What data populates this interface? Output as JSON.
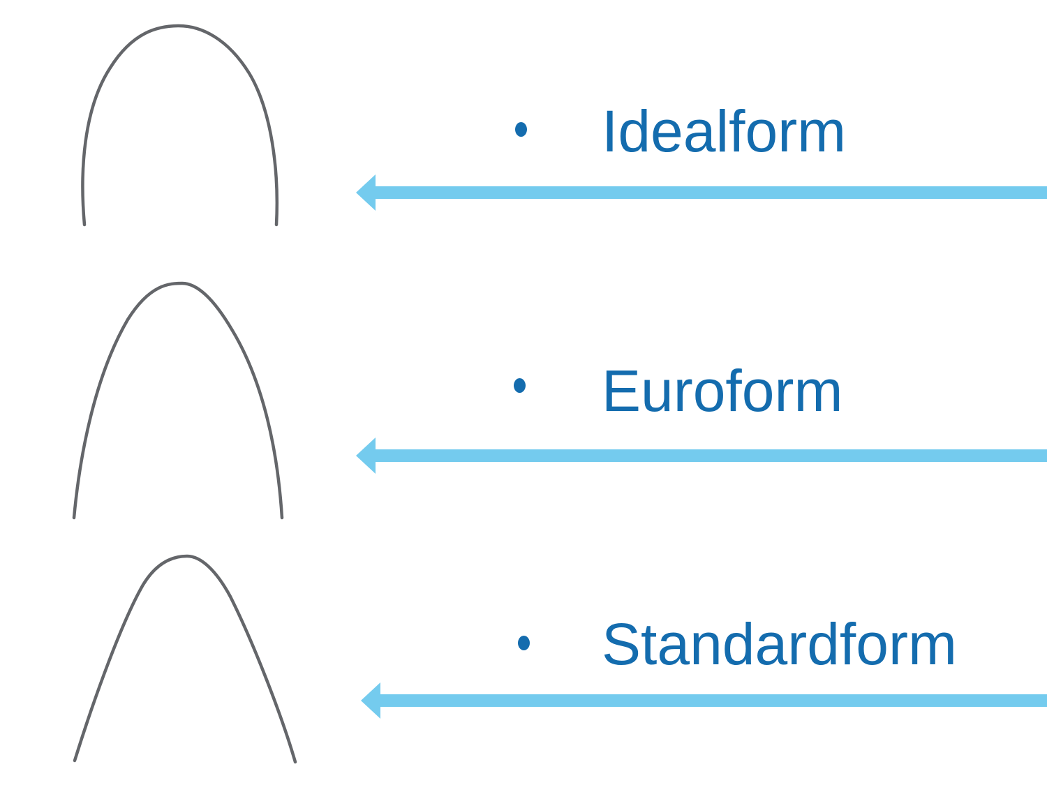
{
  "slide": {
    "items": [
      {
        "label": "Idealform"
      },
      {
        "label": "Euroform"
      },
      {
        "label": "Standardform"
      }
    ],
    "colors": {
      "label_text": "#146cae",
      "bullet": "#146cae",
      "arrow": "#74cbee",
      "archwire": "#64666a",
      "background": "#ffffff"
    }
  }
}
